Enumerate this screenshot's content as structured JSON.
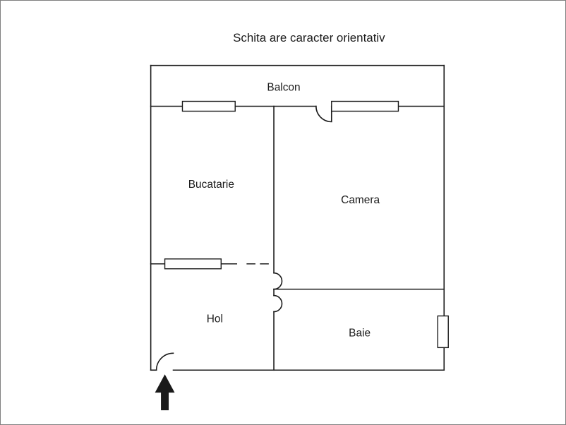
{
  "title": "Schita are caracter orientativ",
  "rooms": {
    "balcon": "Balcon",
    "bucatarie": "Bucatarie",
    "camera": "Camera",
    "hol": "Hol",
    "baie": "Baie"
  },
  "colors": {
    "line": "#1a1a1a",
    "background": "#ffffff",
    "frame_border": "#808080"
  }
}
